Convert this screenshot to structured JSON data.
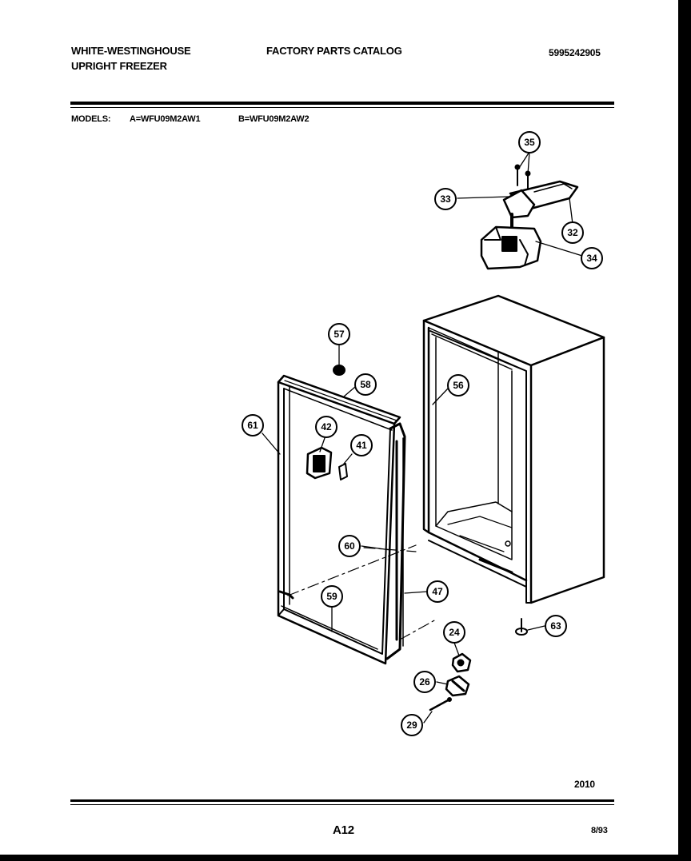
{
  "header": {
    "brand": "WHITE-WESTINGHOUSE",
    "product": "UPRIGHT FREEZER",
    "catalog_title": "FACTORY PARTS CATALOG",
    "catalog_number": "5995242905"
  },
  "models": {
    "label": "MODELS:",
    "model_a": "A=WFU09M2AW1",
    "model_b": "B=WFU09M2AW2"
  },
  "footer": {
    "diagram_code": "2010",
    "page": "A12",
    "date": "8/93"
  },
  "callouts": {
    "c35": "35",
    "c33": "33",
    "c32": "32",
    "c34": "34",
    "c57": "57",
    "c58": "58",
    "c56": "56",
    "c61": "61",
    "c42": "42",
    "c41": "41",
    "c60": "60",
    "c47": "47",
    "c59": "59",
    "c24": "24",
    "c63": "63",
    "c26": "26",
    "c29": "29"
  }
}
